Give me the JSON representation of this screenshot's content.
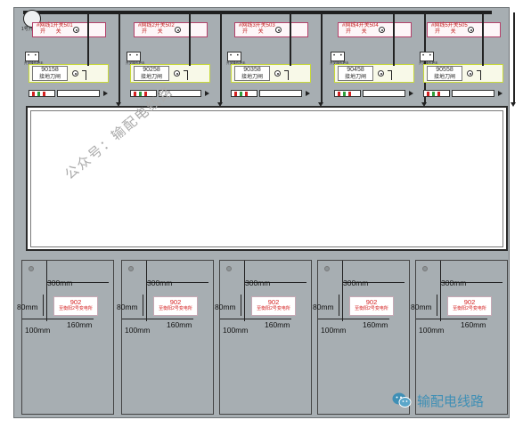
{
  "top": {
    "main_switch_label": "1号开关",
    "bays": [
      {
        "breaker_text": [
          "#网线1开关501",
          "开 关"
        ],
        "earth_text": [
          "90158",
          "接地刀闸"
        ],
        "sw_label": "开关操作把手"
      },
      {
        "breaker_text": [
          "#网线2开关502",
          "开 关"
        ],
        "earth_text": [
          "90258",
          "接地刀闸"
        ],
        "sw_label": "开关操作把手"
      },
      {
        "breaker_text": [
          "#网线3开关503",
          "开 关"
        ],
        "earth_text": [
          "90358",
          "接地刀闸"
        ],
        "sw_label": "开关操作把手"
      },
      {
        "breaker_text": [
          "#网线4开关504",
          "开 关"
        ],
        "earth_text": [
          "90458",
          "接地刀闸"
        ],
        "sw_label": "开关操作把手"
      },
      {
        "breaker_text": [
          "#网线5开关505",
          "开 关"
        ],
        "earth_text": [
          "90558",
          "接地刀闸"
        ],
        "sw_label": "开关操作把手"
      }
    ]
  },
  "watermark_diagonal": "公众号：输配电线路",
  "doors": [
    {
      "dim_top": "300mm",
      "dim_left": "80mm",
      "dim_bottom_left": "100mm",
      "dim_bottom_right": "160mm",
      "label_line1": "902",
      "label_line2": "至衡阳2号变电所"
    },
    {
      "dim_top": "300mm",
      "dim_left": "80mm",
      "dim_bottom_left": "100mm",
      "dim_bottom_right": "160mm",
      "label_line1": "902",
      "label_line2": "至衡阳2号变电所"
    },
    {
      "dim_top": "300mm",
      "dim_left": "80mm",
      "dim_bottom_left": "100mm",
      "dim_bottom_right": "160mm",
      "label_line1": "902",
      "label_line2": "至衡阳2号变电所"
    },
    {
      "dim_top": "300mm",
      "dim_left": "80mm",
      "dim_bottom_left": "100mm",
      "dim_bottom_right": "160mm",
      "label_line1": "902",
      "label_line2": "至衡阳2号变电所"
    },
    {
      "dim_top": "300mm",
      "dim_left": "80mm",
      "dim_bottom_left": "100mm",
      "dim_bottom_right": "160mm",
      "label_line1": "902",
      "label_line2": "至衡阳2号变电所"
    }
  ],
  "brand": {
    "text": "输配电线路",
    "logo_icon": "wechat-icon",
    "color": "#3f8fb5"
  }
}
